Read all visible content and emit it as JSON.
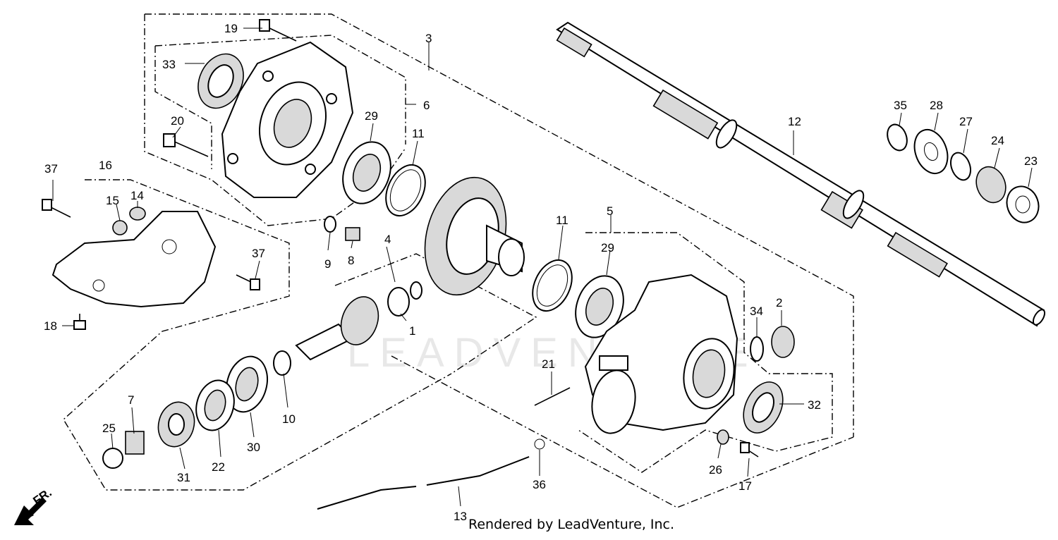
{
  "diagram": {
    "watermark": "LEADVENTURE",
    "credit": "Rendered by LeadVenture, Inc.",
    "direction_label": "FR.",
    "callouts": [
      "1",
      "2",
      "3",
      "4",
      "5",
      "6",
      "7",
      "8",
      "9",
      "10",
      "11",
      "11",
      "12",
      "13",
      "14",
      "15",
      "16",
      "17",
      "18",
      "19",
      "20",
      "21",
      "22",
      "23",
      "24",
      "25",
      "26",
      "27",
      "28",
      "29",
      "29",
      "30",
      "31",
      "32",
      "33",
      "34",
      "35",
      "36",
      "37",
      "37"
    ]
  }
}
